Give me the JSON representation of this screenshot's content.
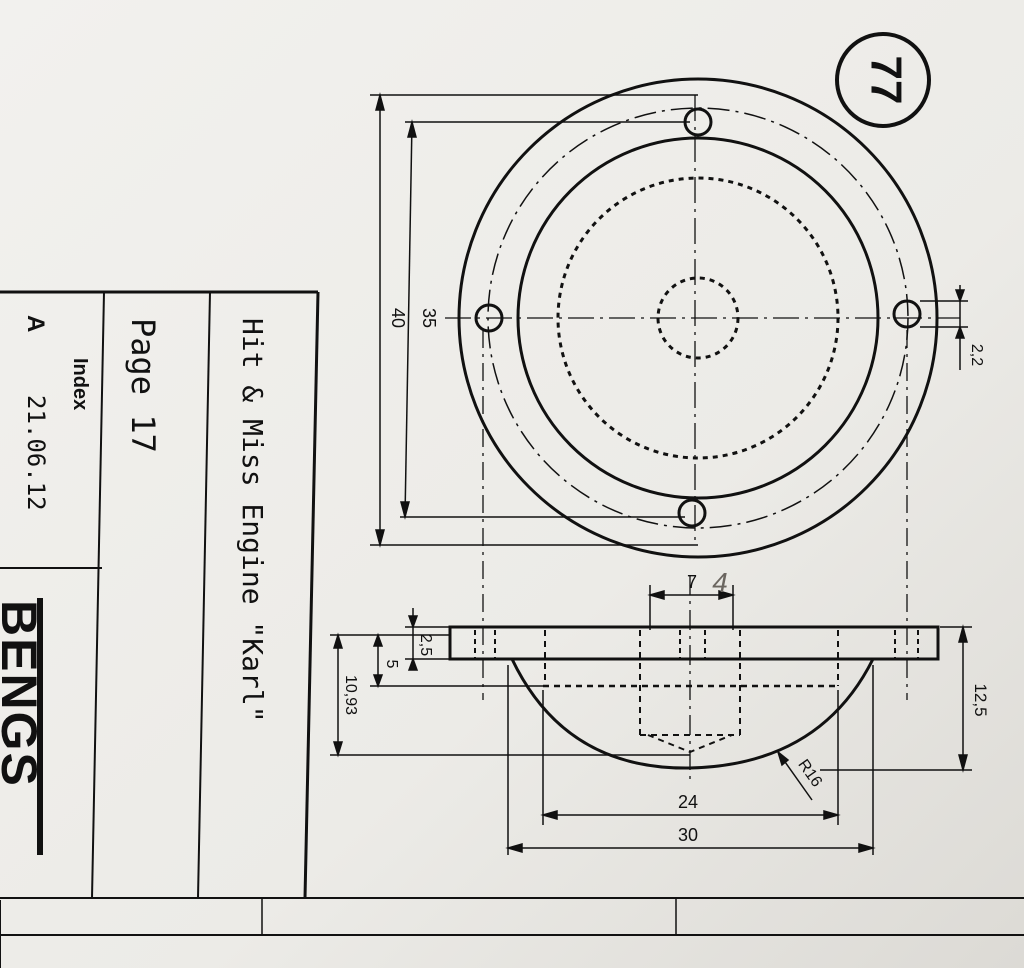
{
  "sheet_number": "77",
  "title_block": {
    "title": "Hit & Miss Engine \"Karl\"",
    "page": "Page 17",
    "index_label": "Index",
    "index_value": "A",
    "date": "21.06.12",
    "brand": "BENGS"
  },
  "dimensions": {
    "outer_diameter": "40",
    "bolt_circle": "35",
    "hole_diameter": "2,2",
    "hub_width": "7",
    "hub_width_handwritten": "4",
    "flange_thickness": "2,5",
    "depth_5": "5",
    "depth_10_93": "10,93",
    "total_height": "12,5",
    "radius": "R16",
    "inner_width": "24",
    "outer_width": "30"
  },
  "colors": {
    "paper": "#f0efeb",
    "ink": "#111111",
    "pencil": "#6b6660"
  }
}
